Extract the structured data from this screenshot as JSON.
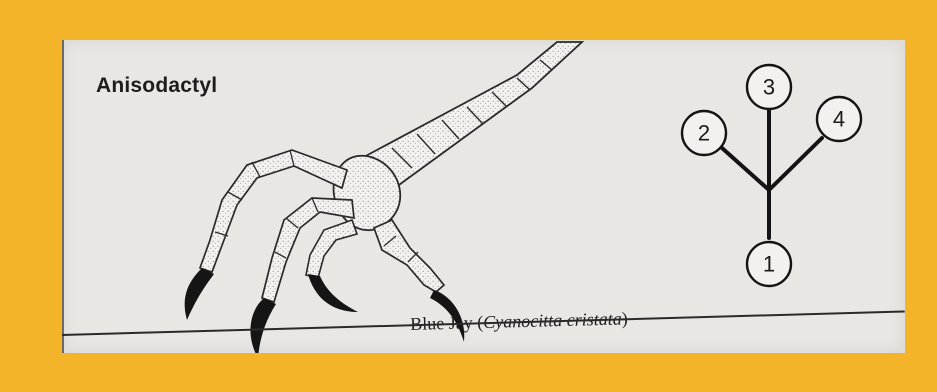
{
  "title": "Anisodactyl",
  "caption": {
    "common_name": "Blue Jay",
    "open_paren": "(",
    "scientific_name": "Cyanocitta cristata",
    "close_paren": ")"
  },
  "toe_diagram": {
    "toes": [
      {
        "label": "1"
      },
      {
        "label": "2"
      },
      {
        "label": "3"
      },
      {
        "label": "4"
      }
    ]
  },
  "colors": {
    "frame": "#f4b42a",
    "paper": "#e9e7e4",
    "ink": "#1d1d1d"
  }
}
